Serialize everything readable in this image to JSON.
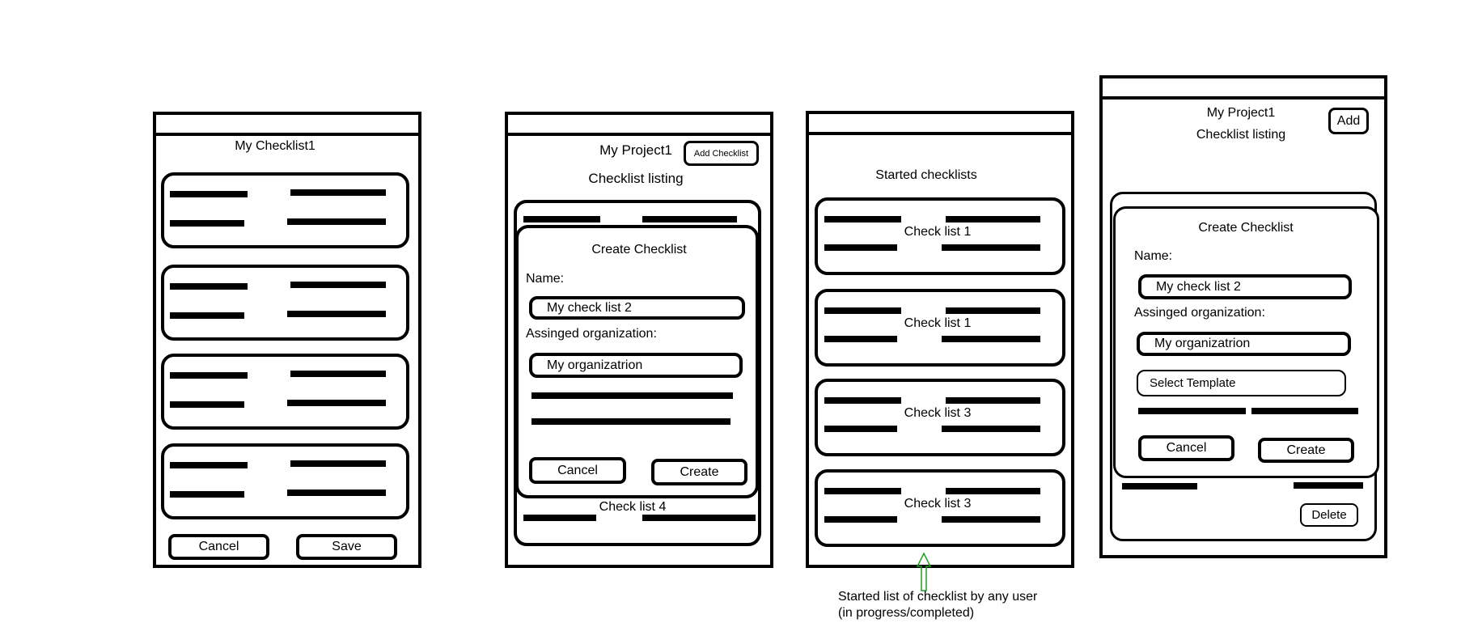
{
  "screen1": {
    "title": "My Checklist1",
    "cancel": "Cancel",
    "save": "Save"
  },
  "screen2": {
    "project": "My Project1",
    "add": "Add Checklist",
    "subtitle": "Checklist listing",
    "bottom_item": "Check list 4",
    "dialog": {
      "title": "Create Checklist",
      "name_label": "Name:",
      "name_value": "My check list 2",
      "org_label": "Assinged organization:",
      "org_value": "My organizatrion",
      "cancel": "Cancel",
      "create": "Create"
    }
  },
  "screen3": {
    "title": "Started checklists",
    "items": [
      "Check list 1",
      "Check list 1",
      "Check list 3",
      "Check list 3"
    ],
    "annotation": "Started list of checklist by any user (in progress/completed)",
    "annotation_color": "#1aa01a"
  },
  "screen4": {
    "project": "My Project1",
    "subtitle": "Checklist listing",
    "add": "Add",
    "delete": "Delete",
    "dialog": {
      "title": "Create Checklist",
      "name_label": "Name:",
      "name_value": "My check list 2",
      "org_label": "Assinged organization:",
      "org_value": "My organizatrion",
      "template_placeholder": "Select Template",
      "cancel": "Cancel",
      "create": "Create"
    }
  }
}
